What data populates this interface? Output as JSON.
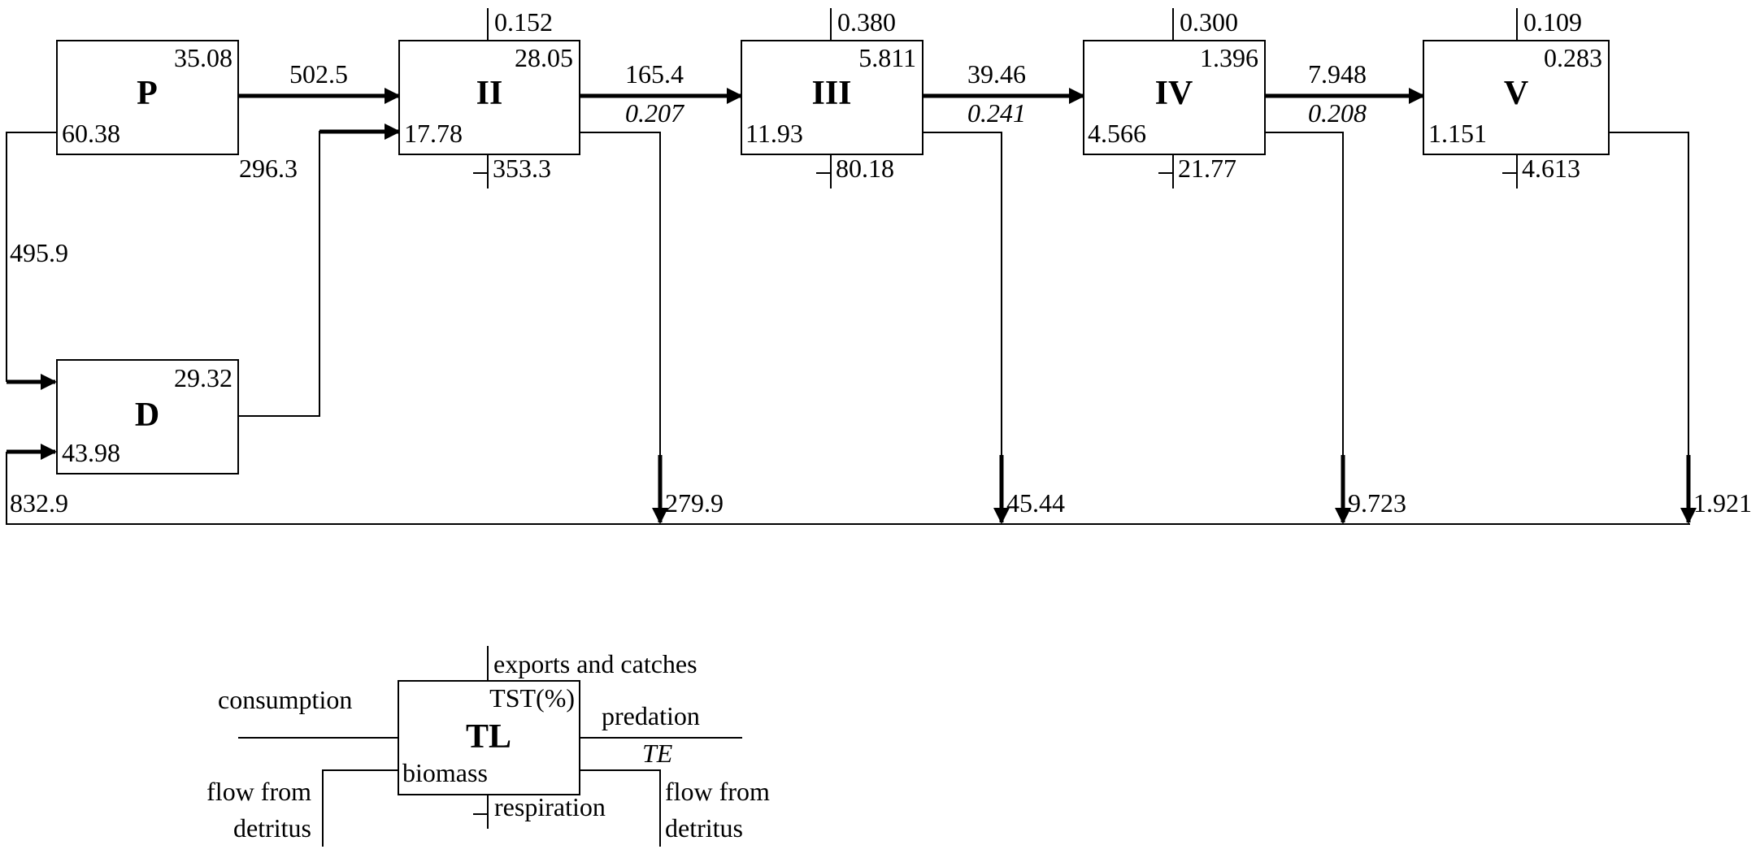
{
  "nodes": {
    "P": {
      "label": "P",
      "top_right": "35.08",
      "bottom_left": "60.38"
    },
    "II": {
      "label": "II",
      "top_right": "28.05",
      "bottom_left": "17.78",
      "export": "0.152",
      "respiration": "353.3",
      "te": "0.207",
      "to_detritus": "279.9"
    },
    "III": {
      "label": "III",
      "top_right": "5.811",
      "bottom_left": "11.93",
      "export": "0.380",
      "respiration": "80.18",
      "te": "0.241",
      "to_detritus": "45.44"
    },
    "IV": {
      "label": "IV",
      "top_right": "1.396",
      "bottom_left": "4.566",
      "export": "0.300",
      "respiration": "21.77",
      "te": "0.208",
      "to_detritus": "9.723"
    },
    "V": {
      "label": "V",
      "top_right": "0.283",
      "bottom_left": "1.151",
      "export": "0.109",
      "respiration": "4.613",
      "to_detritus": "1.921"
    },
    "D": {
      "label": "D",
      "top_right": "29.32",
      "bottom_left": "43.98"
    }
  },
  "flows": {
    "p_to_ii": "502.5",
    "d_to_ii": "296.3",
    "p_to_d": "495.9",
    "detritus_return": "832.9",
    "ii_to_iii": "165.4",
    "iii_to_iv": "39.46",
    "iv_to_v": "7.948"
  },
  "legend": {
    "label": "TL",
    "exports": "exports and catches",
    "tst": "TST(%)",
    "consumption": "consumption",
    "predation": "predation",
    "te": "TE",
    "biomass": "biomass",
    "respiration": "respiration",
    "flow_from_detritus_left_1": "flow from",
    "flow_from_detritus_left_2": "detritus",
    "flow_from_detritus_right_1": "flow from",
    "flow_from_detritus_right_2": "detritus"
  }
}
